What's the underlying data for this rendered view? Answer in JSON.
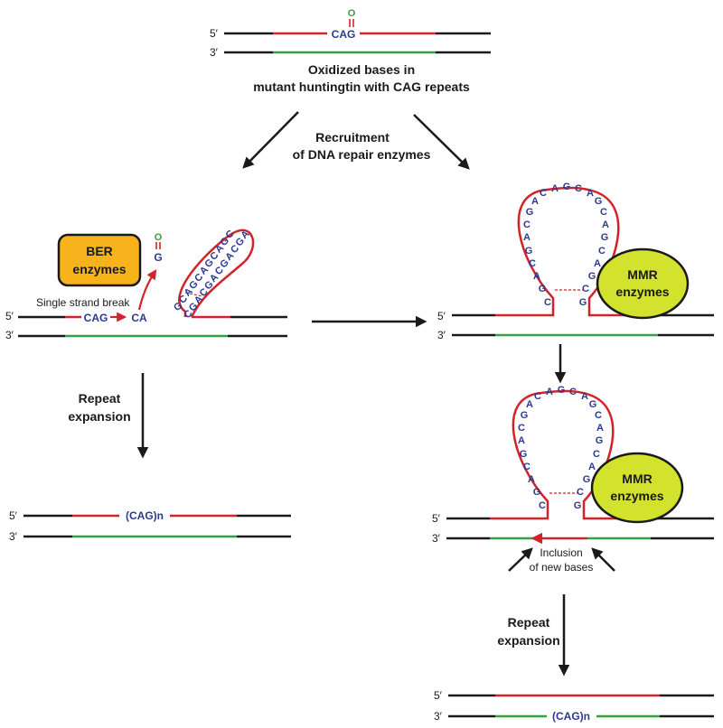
{
  "top": {
    "strand5": "5′",
    "strand3": "3′",
    "repeat": "CAG",
    "oxo": "O",
    "caption_line1": "Oxidized bases in",
    "caption_line2": "mutant huntingtin with CAG repeats"
  },
  "recruitment": {
    "line1": "Recruitment",
    "line2": "of DNA repair enzymes"
  },
  "ber_panel": {
    "enzyme_line1": "BER",
    "enzyme_line2": "enzymes",
    "oxo": "O",
    "base": "G",
    "break_label": "Single strand break",
    "left_seq": "CAG",
    "right_seq": "CA",
    "strand5": "5′",
    "strand3": "3′",
    "hairpin_letters": [
      "G",
      "C",
      "A",
      "G",
      "C",
      "A",
      "G",
      "C",
      "A",
      "G",
      "C",
      "A",
      "G",
      "C",
      "A",
      "G",
      "C",
      "A",
      "G",
      "C",
      "A",
      "G",
      "C"
    ]
  },
  "left_expansion": {
    "label_line1": "Repeat",
    "label_line2": "expansion",
    "strand5": "5′",
    "strand3": "3′",
    "product": "(CAG)n"
  },
  "mmr_panel_1": {
    "enzyme_line1": "MMR",
    "enzyme_line2": "enzymes",
    "strand5": "5′",
    "strand3": "3′",
    "loop_left": [
      "C",
      "A",
      "G",
      "C",
      "A",
      "G",
      "C",
      "A",
      "G",
      "C"
    ],
    "loop_top": [
      "A",
      "G",
      "C"
    ],
    "loop_right": [
      "A",
      "G",
      "C",
      "A",
      "G",
      "C",
      "A",
      "G",
      "C",
      "G"
    ]
  },
  "mmr_panel_2": {
    "enzyme_line1": "MMR",
    "enzyme_line2": "enzymes",
    "strand5": "5′",
    "strand3": "3′",
    "loop_left": [
      "C",
      "A",
      "G",
      "C",
      "A",
      "G",
      "C",
      "A",
      "G",
      "C"
    ],
    "loop_top": [
      "A",
      "G",
      "C"
    ],
    "loop_right": [
      "A",
      "G",
      "C",
      "A",
      "G",
      "C",
      "A",
      "G",
      "C",
      "G"
    ],
    "inclusion_line1": "Inclusion",
    "inclusion_line2": "of new bases"
  },
  "right_expansion": {
    "label_line1": "Repeat",
    "label_line2": "expansion",
    "strand5": "5′",
    "strand3": "3′",
    "product": "(CAG)n"
  },
  "colors": {
    "strand": "#1a1a1a",
    "repeat_strand": "#d2232a",
    "complement_strand": "#35a046",
    "sequence_text": "#2b3990",
    "ber_enzyme": "#f7b21c",
    "mmr_enzyme": "#d3e22c"
  }
}
